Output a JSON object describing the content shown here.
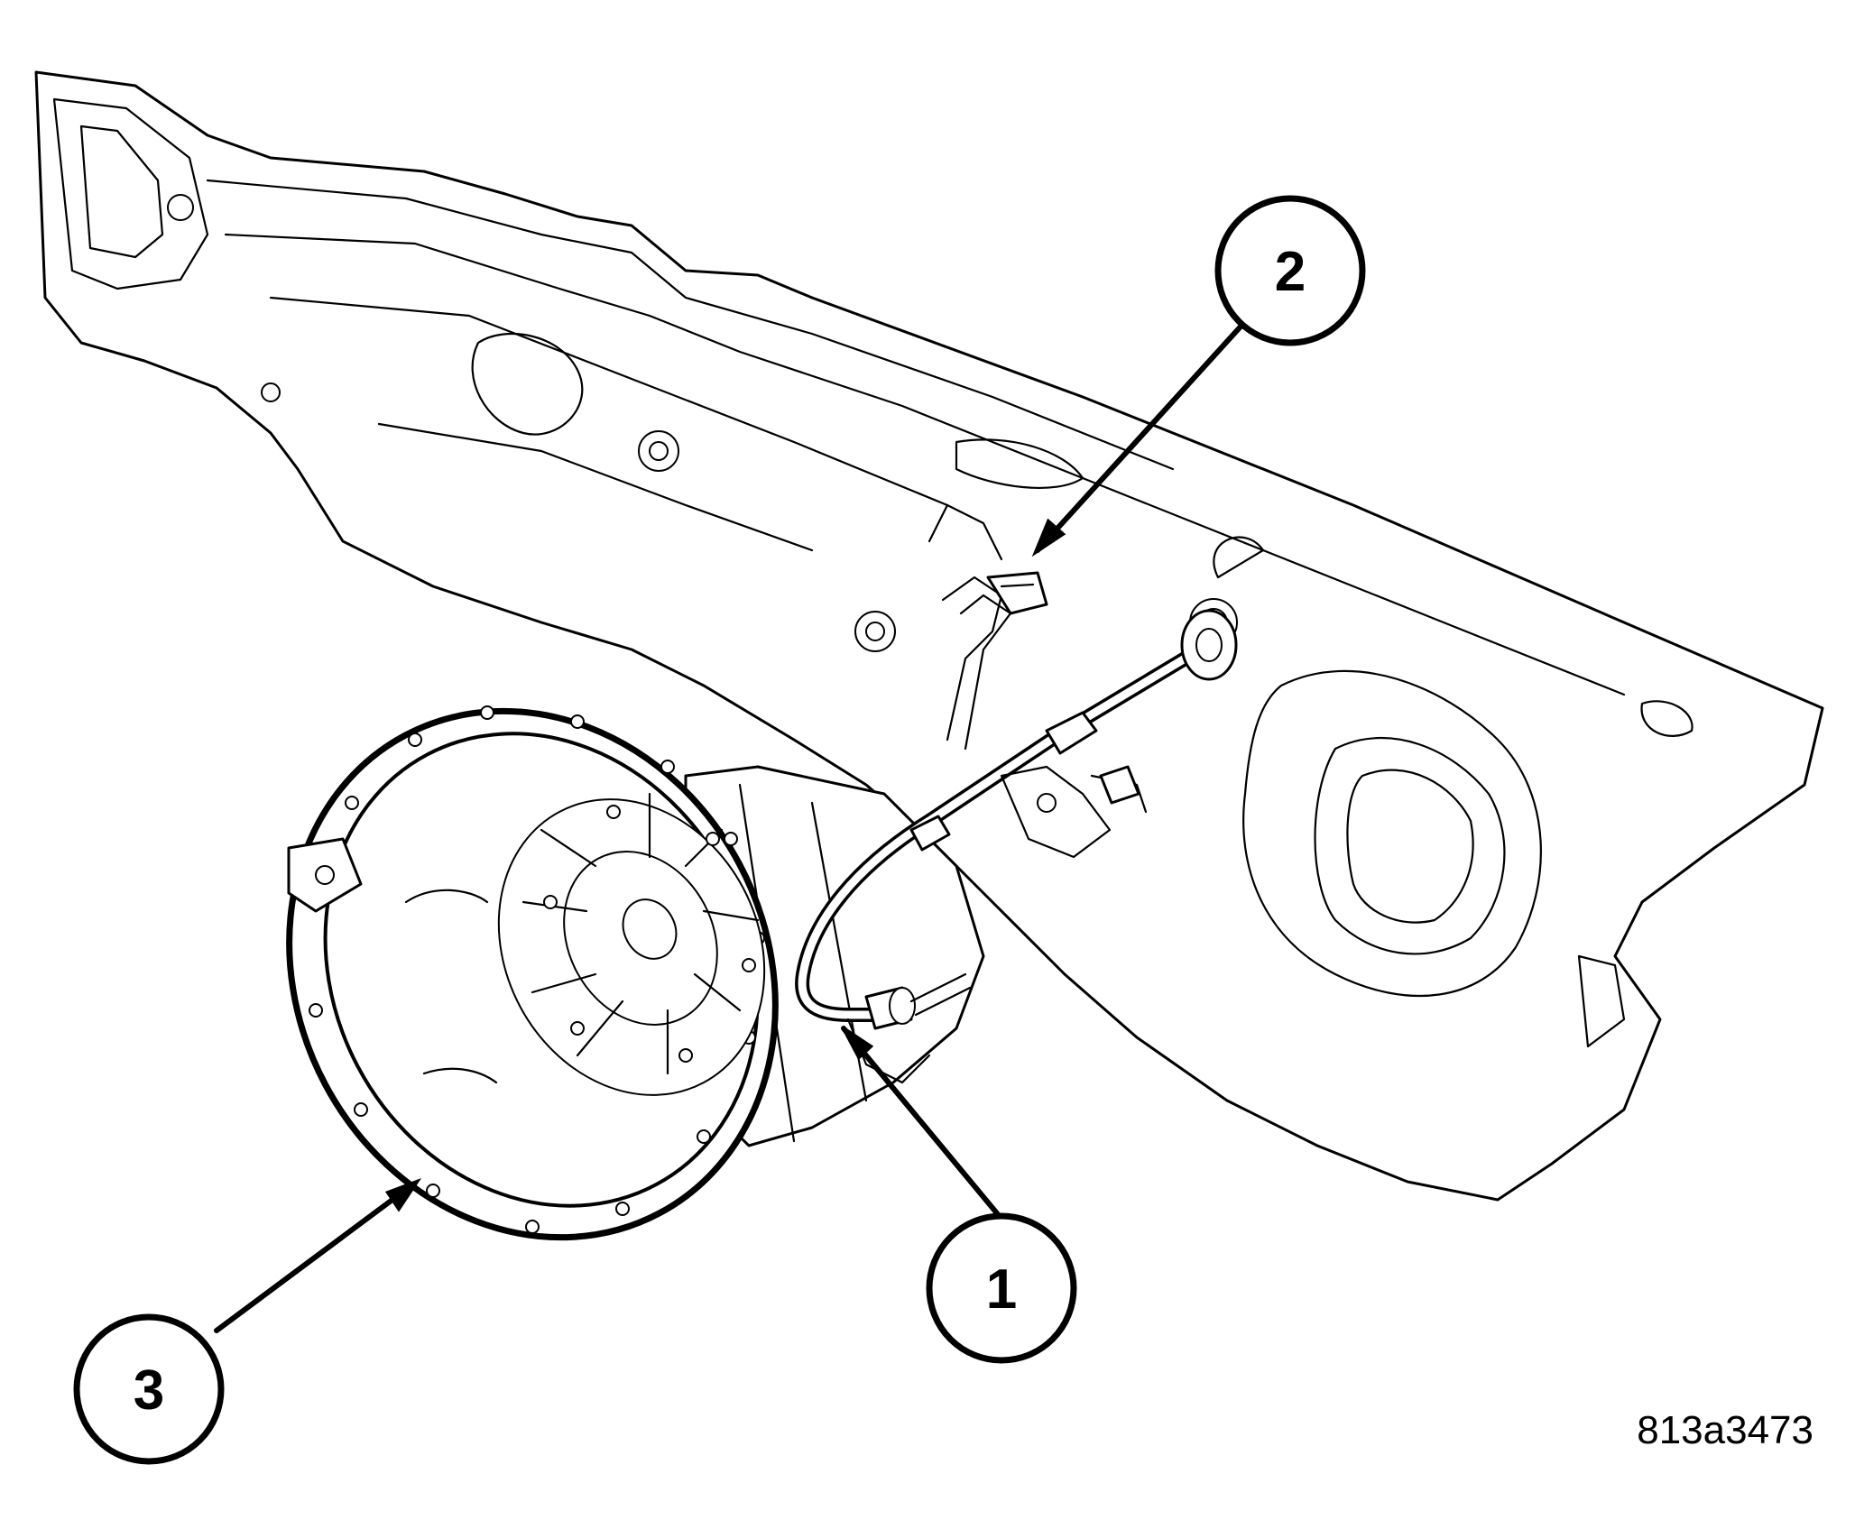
{
  "figure": {
    "id_label": "813a3473"
  },
  "callouts": [
    {
      "number": "1",
      "target": "clutch-hydraulic-line-connection"
    },
    {
      "number": "2",
      "target": "line-retaining-clip"
    },
    {
      "number": "3",
      "target": "transmission-bell-housing"
    }
  ],
  "colors": {
    "ink": "#000000",
    "paper": "#ffffff"
  }
}
